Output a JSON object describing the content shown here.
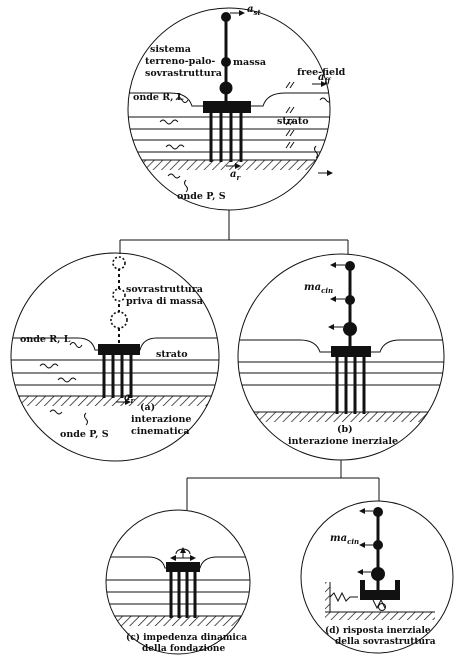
{
  "top": {
    "sistema": "sistema",
    "terreno": "terreno-palo-",
    "sovrastruttura": "sovrastruttura",
    "massa": "massa",
    "free_field": "free-field",
    "onde_rl": "onde R, L",
    "strato": "strato",
    "onde_ps": "onde P, S",
    "a_st": "a",
    "a_st_sub": "st",
    "a_ff": "a",
    "a_ff_sub": "ff",
    "a_r": "a",
    "a_r_sub": "r"
  },
  "a": {
    "sovr1": "sovrastruttura",
    "sovr2": "priva di massa",
    "onde_rl": "onde R, L",
    "strato": "strato",
    "onde_ps": "onde P, S",
    "cap1": "(a)",
    "cap2": "interazione",
    "cap3": "cinematica",
    "a_r": "a",
    "a_r_sub": "r"
  },
  "b": {
    "ma": "ma",
    "ma_sub": "cin",
    "cap1": "(b)",
    "cap2": "interazione inerziale"
  },
  "c": {
    "cap1": "(c) impedenza dinamica",
    "cap2": "della fondazione"
  },
  "d": {
    "ma": "ma",
    "ma_sub": "cin",
    "cap1": "(d) risposta inerziale",
    "cap2": "della sovrastruttura"
  }
}
